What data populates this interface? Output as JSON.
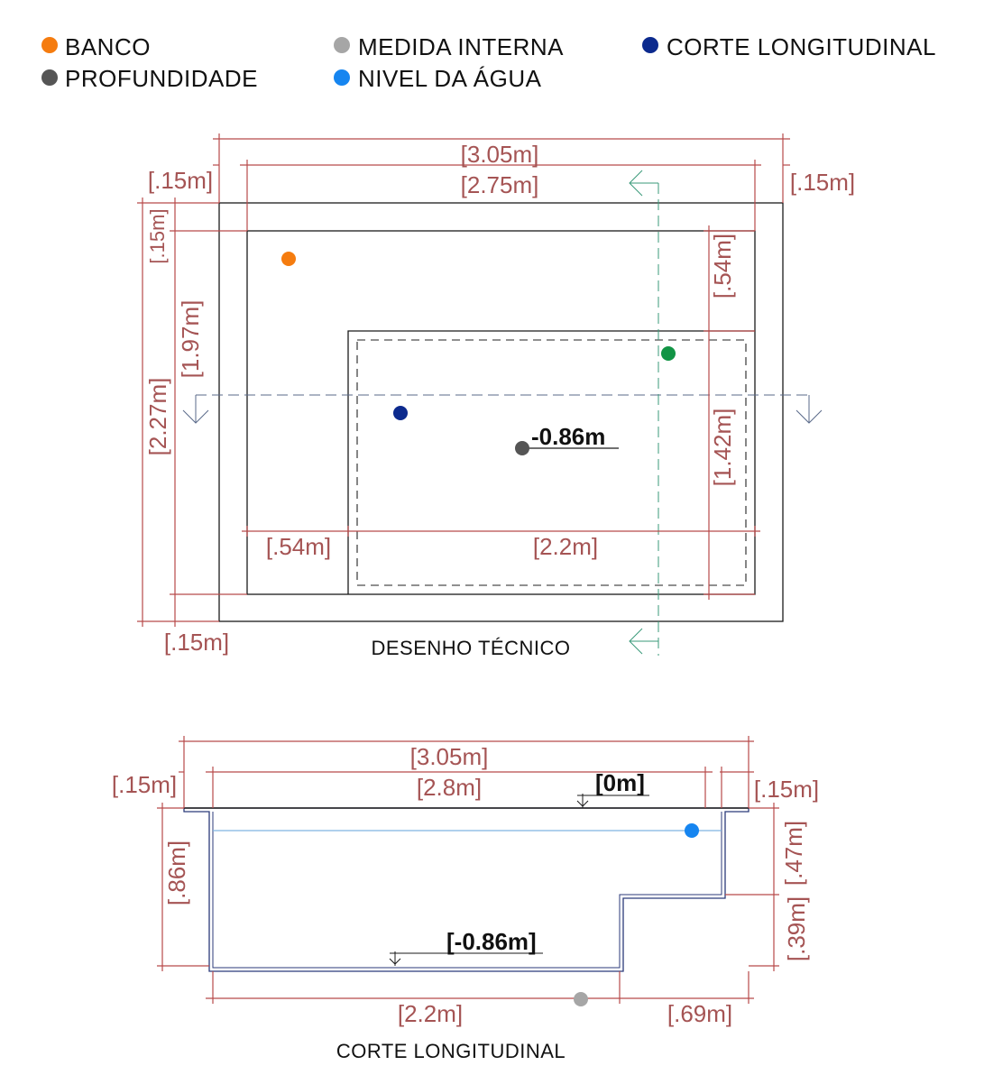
{
  "legend": {
    "banco": {
      "label": "BANCO",
      "color": "#f57c0f"
    },
    "profundidade": {
      "label": "PROFUNDIDADE",
      "color": "#555555"
    },
    "medida_interna": {
      "label": "MEDIDA INTERNA",
      "color": "#a6a6a6"
    },
    "nivel_agua": {
      "label": "NIVEL DA ÁGUA",
      "color": "#1685f0"
    },
    "corte_longitudinal": {
      "label": "CORTE LONGITUDINAL",
      "color": "#0c2a8e"
    },
    "marker_green": {
      "color": "#129445"
    }
  },
  "plan": {
    "caption": "DESENHO TÉCNICO",
    "dim_total_width": "[3.05m]",
    "dim_inner_width": "[2.75m]",
    "dim_wall_left": "[.15m]",
    "dim_wall_right": "[.15m]",
    "dim_wall_top": "[.15m]",
    "dim_wall_bottom": "[.15m]",
    "dim_inner_length": "[1.97m]",
    "dim_total_length": "[2.27m]",
    "dim_bench_depth": "[.54m]",
    "dim_deep_length": "[1.42m]",
    "dim_bench_width": "[.54m]",
    "dim_deep_width": "[2.2m]",
    "depth_level": "-0.86m"
  },
  "section": {
    "caption": "CORTE LONGITUDINAL",
    "dim_total_width": "[3.05m]",
    "dim_inner_width": "[2.8m]",
    "dim_wall_left": "[.15m]",
    "dim_wall_right": "[.15m]",
    "level_top": "[0m]",
    "level_bottom": "[-0.86m]",
    "dim_depth": "[.86m]",
    "dim_bench_height": "[.47m]",
    "dim_step_height": "[.39m]",
    "dim_deep_width": "[2.2m]",
    "dim_bench_width": "[.69m]"
  }
}
